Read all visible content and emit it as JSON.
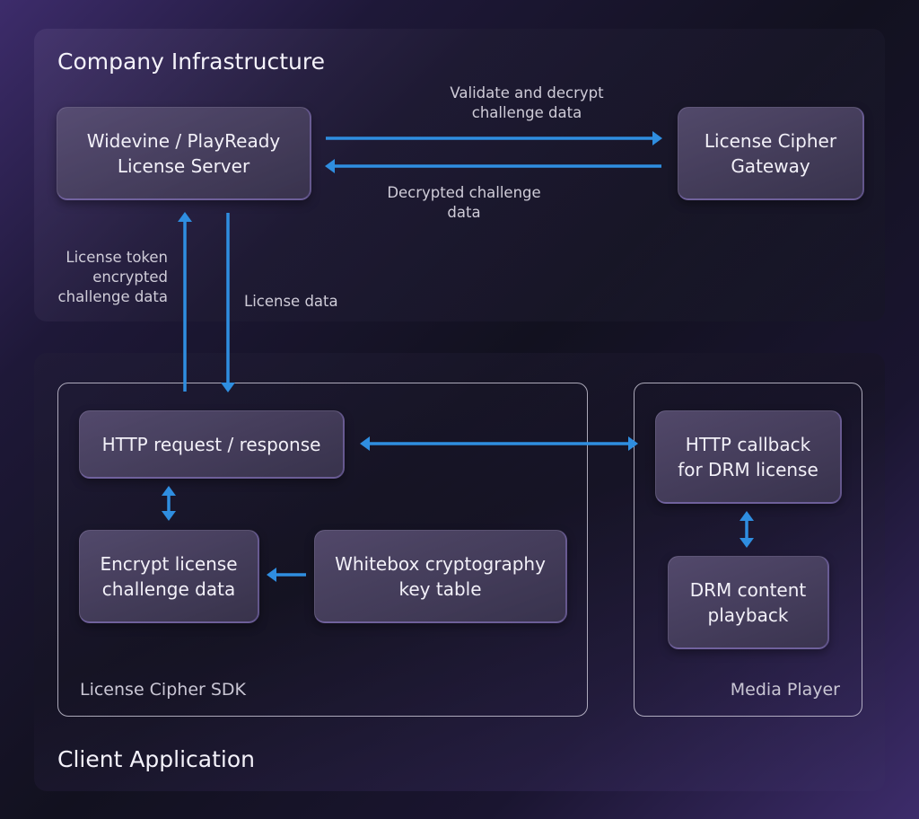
{
  "colors": {
    "arrow": "#2f8ee0",
    "panel_border": "#d2cede",
    "text": "#f2f0f8",
    "label_text": "#cfccd8"
  },
  "groups": {
    "company": {
      "title": "Company Infrastructure"
    },
    "client": {
      "title": "Client Application"
    }
  },
  "subgroups": {
    "sdk": {
      "title": "License Cipher SDK"
    },
    "media_player": {
      "title": "Media Player"
    }
  },
  "nodes": {
    "license_server": "Widevine / PlayReady\nLicense Server",
    "cipher_gateway": "License Cipher\nGateway",
    "http_request": "HTTP request / response",
    "encrypt_challenge": "Encrypt license\nchallenge data",
    "whitebox": "Whitebox cryptography\nkey table",
    "http_callback": "HTTP callback\nfor DRM license",
    "drm_playback": "DRM content\nplayback"
  },
  "edge_labels": {
    "validate_decrypt": "Validate and decrypt\nchallenge data",
    "decrypted_challenge": "Decrypted challenge\ndata",
    "license_token": "License token\nencrypted\nchallenge data",
    "license_data": "License data"
  },
  "edges": [
    {
      "from": "license_server",
      "to": "cipher_gateway",
      "label": "validate_decrypt"
    },
    {
      "from": "cipher_gateway",
      "to": "license_server",
      "label": "decrypted_challenge"
    },
    {
      "from": "http_request",
      "to": "license_server",
      "label": "license_token"
    },
    {
      "from": "license_server",
      "to": "http_request",
      "label": "license_data"
    },
    {
      "from": "http_request",
      "to": "http_callback",
      "bidirectional": true
    },
    {
      "from": "http_request",
      "to": "encrypt_challenge",
      "bidirectional": true
    },
    {
      "from": "whitebox",
      "to": "encrypt_challenge"
    },
    {
      "from": "http_callback",
      "to": "drm_playback",
      "bidirectional": true
    }
  ]
}
